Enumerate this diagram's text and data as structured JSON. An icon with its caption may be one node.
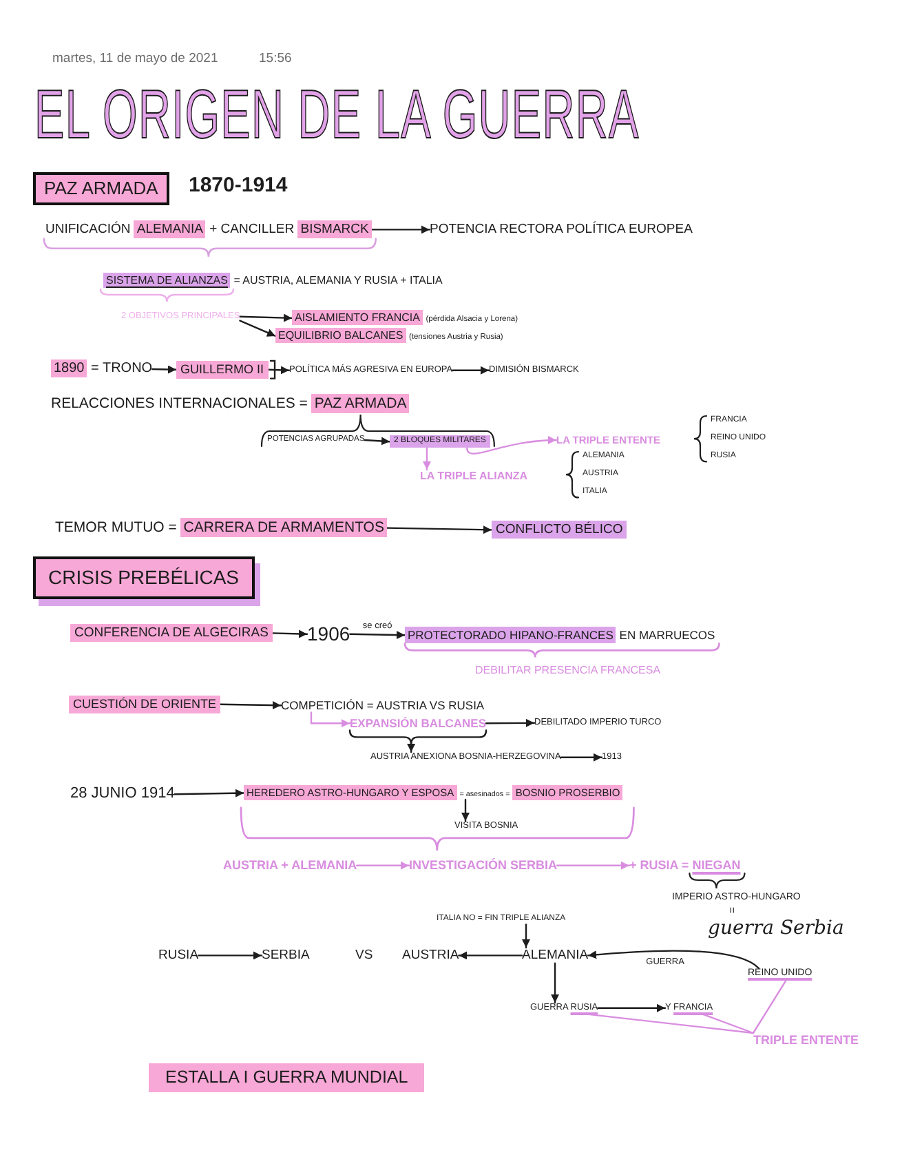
{
  "diagram": {
    "title": "EL ORIGEN DE LA GUERRA",
    "nodes": [
      {
        "text": [
          "PAZ ARMADA"
        ],
        "beside": [
          "1870-1914"
        ]
      },
      {
        "text": [
          "UNIFICACIÓN ALEMANIA + CANCILLER BISMARCK"
        ]
      },
      {
        "text": [
          "POTENCIA RECTORA POLÍTICA EUROPEA"
        ]
      },
      {
        "text": [
          "SISTEMA DE ALIANZAS = AUSTRIA, ALEMANIA Y RUSIA + ITALIA"
        ]
      },
      {
        "text": [
          "2 OBJETIVOS PRINCIPALES"
        ]
      },
      {
        "text": [
          "AISLAMIENTO FRANCIA",
          "(pérdida Alsacia y Lorena)"
        ]
      },
      {
        "text": [
          "EQUILIBRIO BALCANES",
          "(tensiones Austria y Rusia)"
        ]
      },
      {
        "text": [
          "1890 = TRONO"
        ]
      },
      {
        "text": [
          "GUILLERMO II"
        ]
      },
      {
        "text": [
          "POLÍTICA MÁS AGRESIVA EN EUROPA"
        ]
      },
      {
        "text": [
          "DIMISIÓN BISMARCK"
        ]
      },
      {
        "text": [
          "RELACCIONES INTERNACIONALES = PAZ ARMADA"
        ]
      },
      {
        "text": [
          "POTENCIAS AGRUPADAS"
        ]
      },
      {
        "text": [
          "2 BLOQUES MILITARES"
        ]
      },
      {
        "text": [
          "LA TRIPLE ALIANZA"
        ]
      },
      {
        "text": [
          "LA TRIPLE ENTENTE"
        ]
      },
      {
        "text": [
          "TEMOR MUTUO = CARRERA DE ARMAMENTOS"
        ]
      },
      {
        "text": [
          "CONFLICTO BÉLICO"
        ]
      },
      {
        "text": [
          "CRISIS PREBÉLICAS"
        ]
      },
      {
        "text": [
          "CONFERENCIA DE ALGECIRAS"
        ]
      },
      {
        "text": [
          "1906"
        ]
      },
      {
        "text": [
          "PROTECTORADO HIPANO-FRANCES EN MARRUECOS"
        ]
      },
      {
        "text": [
          "CUESTIÓN DE ORIENTE"
        ]
      },
      {
        "text": [
          "COMPETICIÓN = AUSTRIA VS RUSIA"
        ]
      },
      {
        "text": [
          "EXPANSIÓN BALCANES"
        ]
      },
      {
        "text": [
          "DEBILITADO IMPERIO TURCO"
        ]
      },
      {
        "text": [
          "AUSTRIA ANEXIONA BOSNIA-HERZEGOVINA"
        ]
      },
      {
        "text": [
          "1913"
        ]
      },
      {
        "text": [
          "28 JUNIO 1914"
        ]
      },
      {
        "text": [
          "HEREDERO ASTRO-HUNGARO Y ESPOSA = asesinados = BOSNIO PROSERBIO"
        ]
      },
      {
        "text": [
          "VISITA BOSNIA"
        ]
      },
      {
        "text": [
          "AUSTRIA + ALEMANIA"
        ]
      },
      {
        "text": [
          "INVESTIGACIÓN SERBIA"
        ]
      },
      {
        "text": [
          "+ RUSIA = NIEGAN"
        ]
      },
      {
        "text": [
          "ITALIA NO = FIN TRIPLE ALIANZA"
        ]
      },
      {
        "text": [
          "RUSIA"
        ]
      },
      {
        "text": [
          "SERBIA"
        ]
      },
      {
        "text": [
          "AUSTRIA"
        ]
      },
      {
        "text": [
          "ALEMANIA"
        ]
      },
      {
        "text": [
          "REINO UNIDO"
        ]
      },
      {
        "text": [
          "GUERRA RUSIA"
        ]
      },
      {
        "text": [
          "Y FRANCIA"
        ]
      },
      {
        "text": [
          "TRIPLE ENTENTE"
        ]
      },
      {
        "text": [
          "ESTALLA I GUERRA MUNDIAL"
        ]
      }
    ],
    "edges": [
      {
        "from": 1,
        "to": 2,
        "arrow": "to"
      },
      {
        "from": 4,
        "to": 5,
        "arrow": "to"
      },
      {
        "from": 4,
        "to": 6,
        "arrow": "to"
      },
      {
        "from": 7,
        "to": 8,
        "arrow": "to"
      },
      {
        "from": 8,
        "to": 9,
        "arrow": "to"
      },
      {
        "from": 9,
        "to": 10,
        "arrow": "to"
      },
      {
        "from": 12,
        "to": 13,
        "arrow": "to"
      },
      {
        "from": 13,
        "to": 14,
        "arrow": "to",
        "color": "#d98de0"
      },
      {
        "from": 13,
        "to": 15,
        "arrow": "to",
        "color": "#d98de0"
      },
      {
        "from": 16,
        "to": 17,
        "arrow": "to"
      },
      {
        "from": 19,
        "to": 20,
        "arrow": "to"
      },
      {
        "from": 20,
        "to": 21,
        "arrow": "to",
        "label": "se creó"
      },
      {
        "from": 22,
        "to": 23,
        "arrow": "to"
      },
      {
        "from": 23,
        "to": 24,
        "arrow": "to",
        "color": "#d98de0"
      },
      {
        "from": 24,
        "to": 25,
        "arrow": "to"
      },
      {
        "from": 24,
        "to": 26,
        "arrow": "to"
      },
      {
        "from": 26,
        "to": 27,
        "arrow": "to"
      },
      {
        "from": 28,
        "to": 29,
        "arrow": "to"
      },
      {
        "from": 29,
        "to": 30,
        "arrow": "to"
      },
      {
        "from": 31,
        "to": 32,
        "arrow": "to",
        "color": "#d98de0"
      },
      {
        "from": 32,
        "to": 33,
        "arrow": "to",
        "color": "#d98de0"
      },
      {
        "from": 34,
        "to": 38,
        "arrow": "to"
      },
      {
        "from": 35,
        "to": 36,
        "arrow": "to"
      },
      {
        "from": 38,
        "to": 37,
        "arrow": "to"
      },
      {
        "from": 39,
        "to": 38,
        "arrow": "to",
        "label": "GUERRA"
      },
      {
        "from": 38,
        "to": 40,
        "arrow": "to"
      },
      {
        "from": 40,
        "to": 41,
        "arrow": "to"
      },
      {
        "from": 42,
        "to": 40,
        "arrow": "none",
        "color": "#d98de0"
      },
      {
        "from": 42,
        "to": 41,
        "arrow": "none",
        "color": "#d98de0"
      },
      {
        "from": 42,
        "to": 39,
        "arrow": "none",
        "color": "#d98de0"
      }
    ],
    "labels": [
      "martes, 11 de mayo de 2021",
      "15:56",
      "FRANCIA",
      "REINO UNIDO",
      "RUSIA",
      "ALEMANIA",
      "AUSTRIA",
      "ITALIA",
      "DEBILITAR PRESENCIA FRANCESA",
      "IMPERIO ASTRO-HUNGARO",
      "=",
      "guerra Serbia",
      "VS"
    ]
  }
}
